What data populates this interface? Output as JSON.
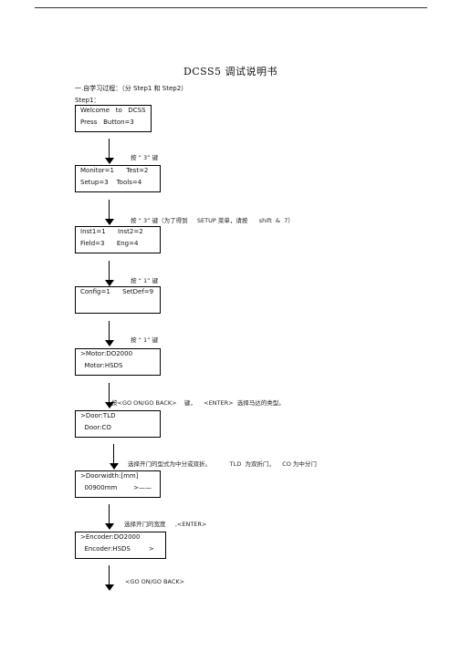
{
  "title": "DCSS5 调试说明书",
  "section_heading": "一.自学习过程：（分 Step1 和 Step2）",
  "step_label": "Step1：",
  "screens": [
    {
      "line1": "Welcome   to   DCSS",
      "line2": "Press   Button=3"
    },
    {
      "line1": "Monitor=1      Test=2",
      "line2": "Setup=3    Tools=4"
    },
    {
      "line1": "Inst1=1      Inst2=2",
      "line2": "Field=3      Eng=4"
    },
    {
      "line1": "Config=1      SetDef=9",
      "line2": ""
    },
    {
      "line1": ">Motor:DO2000",
      "line2": "  Motor:HSDS"
    },
    {
      "line1": ">Door:TLD",
      "line2": "  Door:CO"
    },
    {
      "line1": ">Doorwidth:[mm]",
      "line2": "  00900mm        >——"
    },
    {
      "line1": ">Encoder:DO2000",
      "line2": "  Encoder:HSDS         >"
    }
  ],
  "instructions": [
    "按 “ 3” 键",
    "按 “ 3” 键（为了得到     SETUP 菜单，请按      shift  &  7）",
    "按 “ 1” 键",
    "按 “ 1” 键",
    "按<GO ON/GO BACK>    键，    <ENTER>  选择马达的类型。",
    "选择开门的型式为中分或双折。          TLD  为双折门，    CO 为中分门",
    "选择开门的宽度     ,<ENTER>",
    "<GO ON/GO BACK>"
  ]
}
